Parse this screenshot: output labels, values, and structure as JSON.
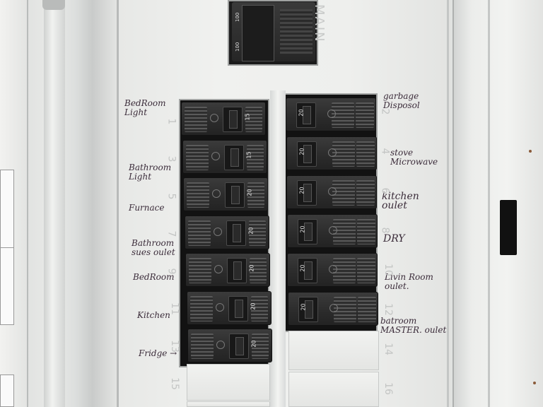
{
  "panel": {
    "main_label": "MAIN",
    "main_breaker_rating": "100"
  },
  "left_labels": [
    {
      "text": "BedRoom Light",
      "number": "1"
    },
    {
      "text": "Bathroom Light",
      "number": "3"
    },
    {
      "text": "Furnace",
      "number": "5"
    },
    {
      "text": "Bathroom sues oulet",
      "number": "7"
    },
    {
      "text": "BedRoom",
      "number": "9"
    },
    {
      "text": "Kitchen",
      "number": "11"
    },
    {
      "text": "Fridge →",
      "number": "13"
    },
    {
      "text": "",
      "number": "15"
    }
  ],
  "right_labels": [
    {
      "text": "garbage Disposol",
      "number": "2"
    },
    {
      "text": "stove Microwave",
      "number": "4"
    },
    {
      "text": "kitchen oulet",
      "number": "6"
    },
    {
      "text": "DRY",
      "number": "8"
    },
    {
      "text": "Livin Room oulet.",
      "number": "10"
    },
    {
      "text": "batroom MASTER. oulet",
      "number": "12"
    },
    {
      "text": "",
      "number": "14"
    },
    {
      "text": "",
      "number": "16"
    }
  ],
  "left_breakers": [
    "15",
    "15",
    "20",
    "20",
    "20",
    "20",
    "20"
  ],
  "right_breakers": [
    "20",
    "20",
    "20",
    "20",
    "20",
    "20"
  ]
}
